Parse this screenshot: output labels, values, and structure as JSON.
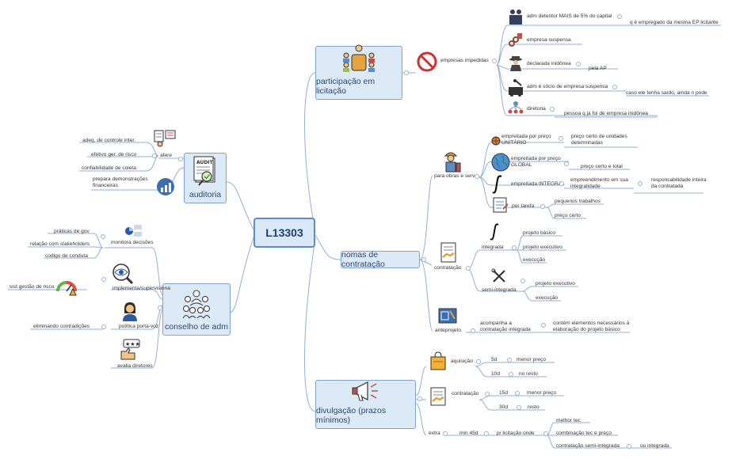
{
  "root": {
    "label": "L13303"
  },
  "branches": {
    "participacao": {
      "label": "participação em licitação",
      "child": "empresas impedidas",
      "items": [
        {
          "label": "adm detentor MAIS de 5% do capital",
          "sub": "q é empregado da mesma EP licitante"
        },
        {
          "label": "empresa suspensa"
        },
        {
          "label": "declarada inidônea",
          "sub": "pela AP"
        },
        {
          "label": "adm é sócio de empresa suspensa",
          "sub": "caso ele tenha saído, ainda n pode"
        },
        {
          "label": "diretoria",
          "sub": "pessoa q ja foi de empresa inidônea"
        }
      ]
    },
    "normas": {
      "label": "nomas de contratação",
      "obras": {
        "label": "para obras e serv",
        "items": [
          {
            "label": "empreitada por preço UNITÁRIO",
            "sub": "preço certo de unidades determinadas"
          },
          {
            "label": "empreitada por preço GLOBAL",
            "sub": "preço certo e total"
          },
          {
            "label": "empreitada INTEGRAL",
            "sub": "empreendimento em sua integralidade",
            "sub2": "responsabilidade inteira da contratada"
          },
          {
            "label": "por tarefa",
            "subs": [
              "pequenos trabalhos",
              "preço certo"
            ]
          }
        ]
      },
      "contratacao": {
        "label": "contratação",
        "integrada": {
          "label": "integrada",
          "items": [
            "projeto básico",
            "projeto executivo",
            "execução"
          ]
        },
        "semi": {
          "label": "semi-integrada",
          "items": [
            "projeto executivo",
            "execução"
          ]
        }
      },
      "anteprojeto": {
        "label": "anteprojeto",
        "child": "acompanha a contratação integrada",
        "sub": "contém elementos necessários à elaboração do projeto básico"
      }
    },
    "divulgacao": {
      "label": "divulgação (prazos mínimos)",
      "aquisicao": {
        "label": "aquisição",
        "rows": [
          {
            "d": "5d",
            "v": "menor preço"
          },
          {
            "d": "10d",
            "v": "no resto"
          }
        ]
      },
      "contratacao": {
        "label": "contratação",
        "rows": [
          {
            "d": "15d",
            "v": "menor preço"
          },
          {
            "d": "30d",
            "v": "resto"
          }
        ]
      },
      "extra": {
        "label": "extra",
        "min": "min 45d",
        "lic": "p/ licitação onde",
        "items": [
          "melhor tec",
          "combinação tec e preço",
          "contratação semi-integrada"
        ],
        "ou": "ou integrada"
      }
    },
    "auditoria": {
      "label": "auditoria",
      "afere": "afere",
      "afere_items": [
        "adeq. de controle inter.",
        "efetivo ger. de risco",
        "confiabilidade de coleta"
      ],
      "prepara": "prepara demonstrações financeiras"
    },
    "conselho": {
      "label": "conselho de adm",
      "monitora": "monitora decisões",
      "monitora_items": [
        "práticas de gov",
        "relação com stakeholders",
        "codigo de conduta"
      ],
      "implementa": "implementa/supervisiona",
      "implementa_left": "sist gestão de risco",
      "politica": "política porta-voz",
      "politica_left": "eliminando contradições",
      "avalia": "avalia diretores"
    }
  },
  "colors": {
    "line": "#8fb0d8",
    "box_bg": "#dce9f7",
    "box_border": "#7fa3cc",
    "text": "#2b4a72"
  }
}
